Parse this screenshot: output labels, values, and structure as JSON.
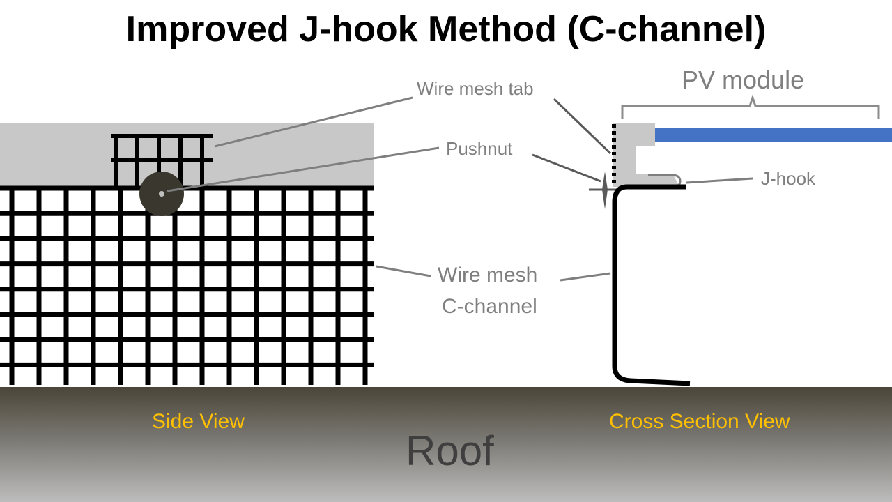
{
  "title": "Improved J-hook Method (C-channel)",
  "labels": {
    "pv_module": "PV module",
    "wire_mesh_tab": "Wire mesh tab",
    "pushnut": "Pushnut",
    "j_hook": "J-hook",
    "wire_mesh": "Wire mesh",
    "c_channel": "C-channel",
    "side_view": "Side View",
    "cross_section_view": "Cross Section View",
    "roof": "Roof"
  },
  "colors": {
    "view_label": "#ffc000",
    "pv_module": "#4472c4",
    "mesh": "#000000",
    "leader": "#7f7f7f",
    "pushnut": "#3a372e",
    "frame": "#c8c8c8"
  }
}
